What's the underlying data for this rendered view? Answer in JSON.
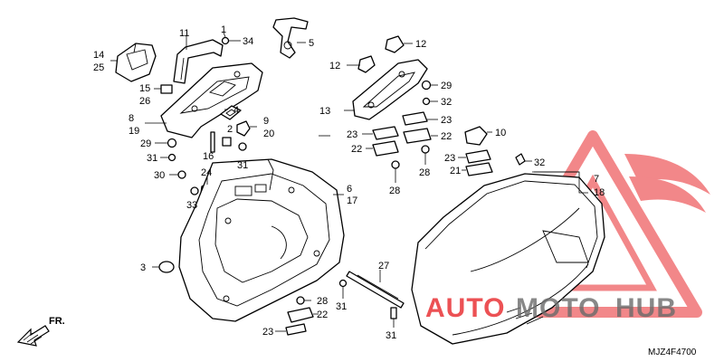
{
  "diagram": {
    "callouts": [
      {
        "id": "c1",
        "text": "1"
      },
      {
        "id": "c2",
        "text": "2"
      },
      {
        "id": "c3",
        "text": "3"
      },
      {
        "id": "c4",
        "text": "4"
      },
      {
        "id": "c5",
        "text": "5"
      },
      {
        "id": "c6",
        "text": "6"
      },
      {
        "id": "c7",
        "text": "7"
      },
      {
        "id": "c8",
        "text": "8"
      },
      {
        "id": "c9",
        "text": "9"
      },
      {
        "id": "c10",
        "text": "10"
      },
      {
        "id": "c11",
        "text": "11"
      },
      {
        "id": "c12a",
        "text": "12"
      },
      {
        "id": "c12b",
        "text": "12"
      },
      {
        "id": "c13",
        "text": "13"
      },
      {
        "id": "c14",
        "text": "14"
      },
      {
        "id": "c15",
        "text": "15"
      },
      {
        "id": "c16",
        "text": "16"
      },
      {
        "id": "c17",
        "text": "17"
      },
      {
        "id": "c18",
        "text": "18"
      },
      {
        "id": "c19",
        "text": "19"
      },
      {
        "id": "c20",
        "text": "20"
      },
      {
        "id": "c21",
        "text": "21"
      },
      {
        "id": "c22a",
        "text": "22"
      },
      {
        "id": "c22b",
        "text": "22"
      },
      {
        "id": "c22c",
        "text": "22"
      },
      {
        "id": "c23a",
        "text": "23"
      },
      {
        "id": "c23b",
        "text": "23"
      },
      {
        "id": "c23c",
        "text": "23"
      },
      {
        "id": "c23d",
        "text": "23"
      },
      {
        "id": "c24",
        "text": "24"
      },
      {
        "id": "c25",
        "text": "25"
      },
      {
        "id": "c26",
        "text": "26"
      },
      {
        "id": "c27",
        "text": "27"
      },
      {
        "id": "c28a",
        "text": "28"
      },
      {
        "id": "c28b",
        "text": "28"
      },
      {
        "id": "c28c",
        "text": "28"
      },
      {
        "id": "c29a",
        "text": "29"
      },
      {
        "id": "c29b",
        "text": "29"
      },
      {
        "id": "c30",
        "text": "30"
      },
      {
        "id": "c31a",
        "text": "31"
      },
      {
        "id": "c31b",
        "text": "31"
      },
      {
        "id": "c31c",
        "text": "31"
      },
      {
        "id": "c31d",
        "text": "31"
      },
      {
        "id": "c32a",
        "text": "32"
      },
      {
        "id": "c32b",
        "text": "32"
      },
      {
        "id": "c33",
        "text": "33"
      },
      {
        "id": "c34",
        "text": "34"
      }
    ],
    "direction_label": "FR.",
    "diagram_code": "MJZ4F4700"
  },
  "watermark": {
    "brand_left": "AUTO",
    "brand_mid": "MOTO",
    "brand_right": "HUB",
    "color_red": "#e8262a",
    "color_gray": "#6b6b6b"
  },
  "colors": {
    "line": "#000000",
    "background": "#ffffff"
  }
}
